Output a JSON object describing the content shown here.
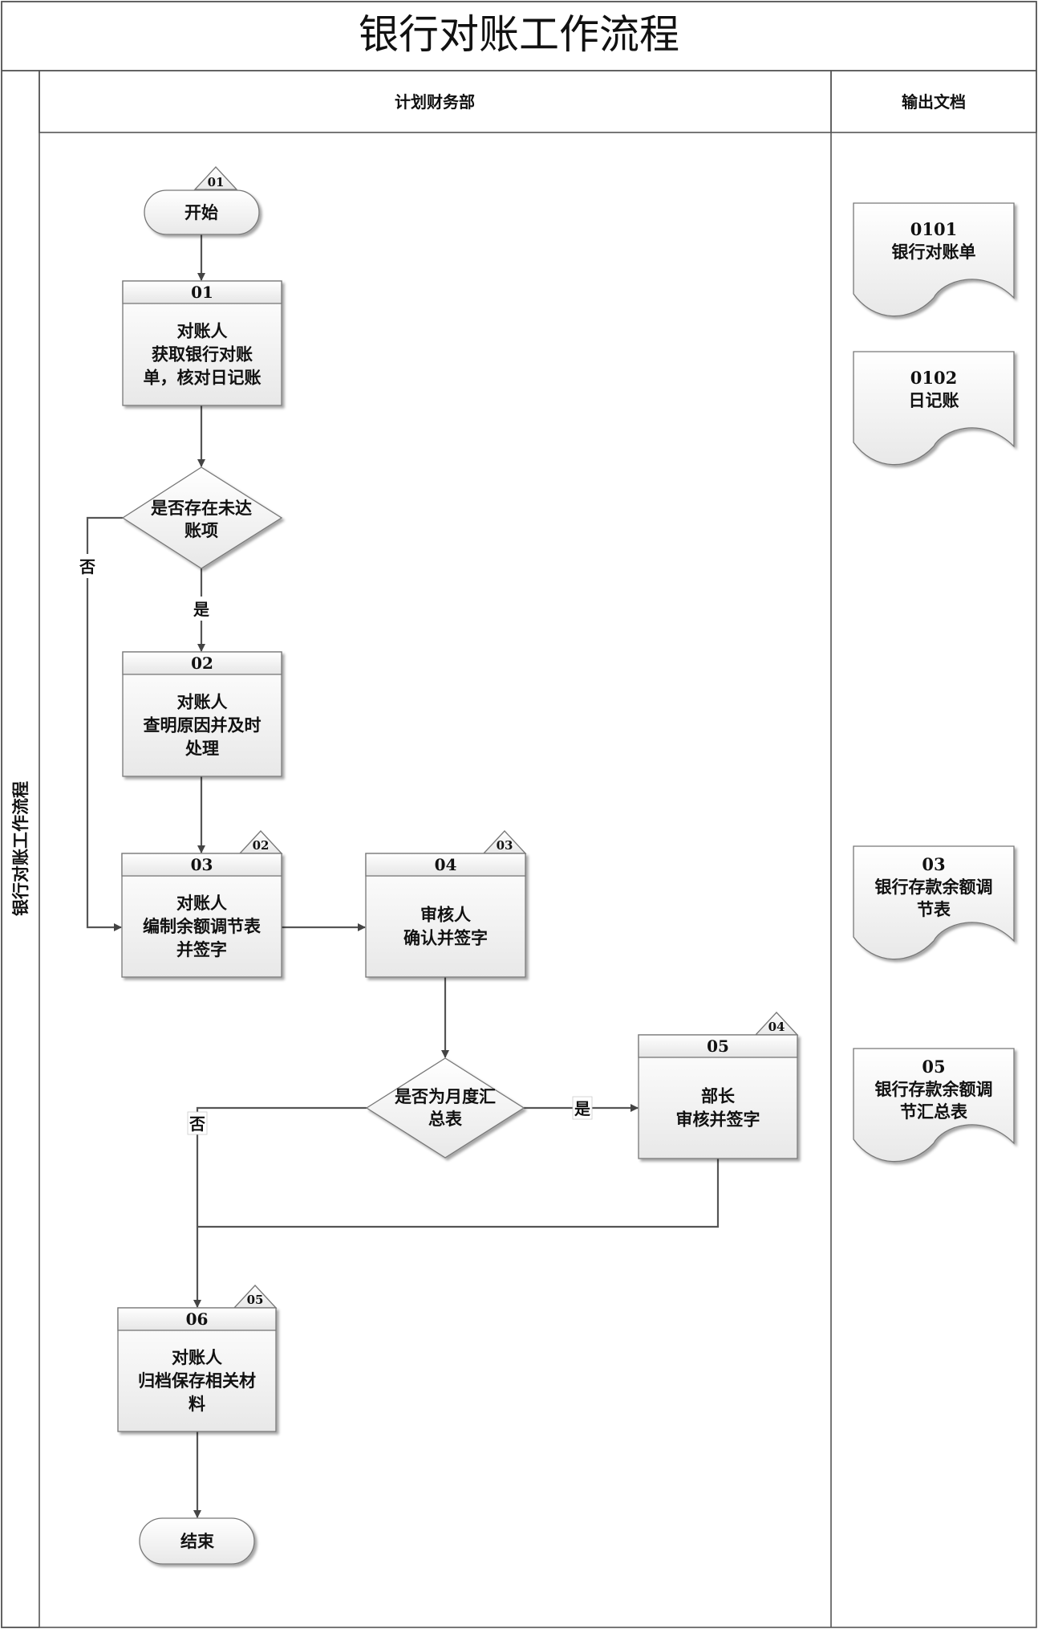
{
  "title": "银行对账工作流程",
  "swimlane": {
    "pool_label": "银行对账工作流程",
    "lane_header": "计划财务部",
    "output_header": "输出文档"
  },
  "nodes": {
    "start": {
      "label": "开始",
      "ref": "01"
    },
    "n01": {
      "id": "01",
      "lines": [
        "对账人",
        "获取银行对账",
        "单，核对日记账"
      ]
    },
    "d1": {
      "lines": [
        "是否存在未达",
        "账项"
      ],
      "yes": "是",
      "no": "否"
    },
    "n02": {
      "id": "02",
      "lines": [
        "对账人",
        "查明原因并及时",
        "处理"
      ]
    },
    "n03": {
      "id": "03",
      "ref": "02",
      "lines": [
        "对账人",
        "编制余额调节表",
        "并签字"
      ]
    },
    "n04": {
      "id": "04",
      "ref": "03",
      "lines": [
        "审核人",
        "确认并签字"
      ]
    },
    "d2": {
      "lines": [
        "是否为月度汇",
        "总表"
      ],
      "yes": "是",
      "no": "否"
    },
    "n05": {
      "id": "05",
      "ref": "04",
      "lines": [
        "部长",
        "审核并签字"
      ]
    },
    "n06": {
      "id": "06",
      "ref": "05",
      "lines": [
        "对账人",
        "归档保存相关材",
        "料"
      ]
    },
    "end": {
      "label": "结束"
    }
  },
  "documents": [
    {
      "lines": [
        "0101",
        "银行对账单"
      ]
    },
    {
      "lines": [
        "0102",
        "日记账"
      ]
    },
    {
      "lines": [
        "03",
        "银行存款余额调",
        "节表"
      ]
    },
    {
      "lines": [
        "05",
        "银行存款余额调",
        "节汇总表"
      ]
    }
  ]
}
